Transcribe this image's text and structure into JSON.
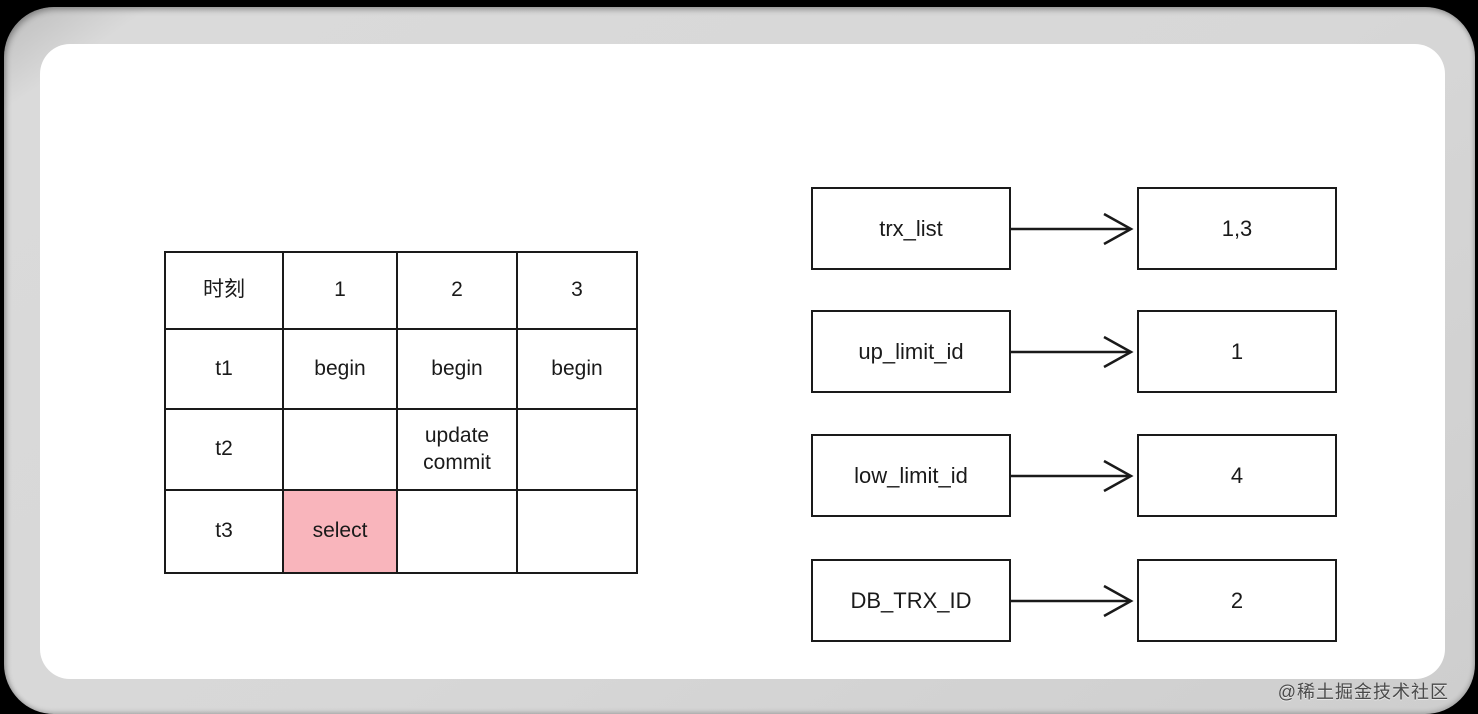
{
  "page": {
    "watermark": "@稀土掘金技术社区"
  },
  "colors": {
    "highlight_pink": "#f9b5bc",
    "line_black": "#1a1a1a",
    "card_gray": "#d6d6d6",
    "panel_white": "#ffffff"
  },
  "timeline_table": {
    "headers": [
      "时刻",
      "1",
      "2",
      "3"
    ],
    "rows": [
      {
        "time": "t1",
        "cells": [
          "begin",
          "begin",
          "begin"
        ]
      },
      {
        "time": "t2",
        "cells": [
          "",
          "update\ncommit",
          ""
        ]
      },
      {
        "time": "t3",
        "cells": [
          "select",
          "",
          ""
        ]
      }
    ],
    "highlighted_cell": {
      "row": "t3",
      "column": "1",
      "value": "select"
    }
  },
  "readview": {
    "entries": [
      {
        "label": "trx_list",
        "value": "1,3"
      },
      {
        "label": "up_limit_id",
        "value": "1"
      },
      {
        "label": "low_limit_id",
        "value": "4"
      },
      {
        "label": "DB_TRX_ID",
        "value": "2"
      }
    ]
  }
}
